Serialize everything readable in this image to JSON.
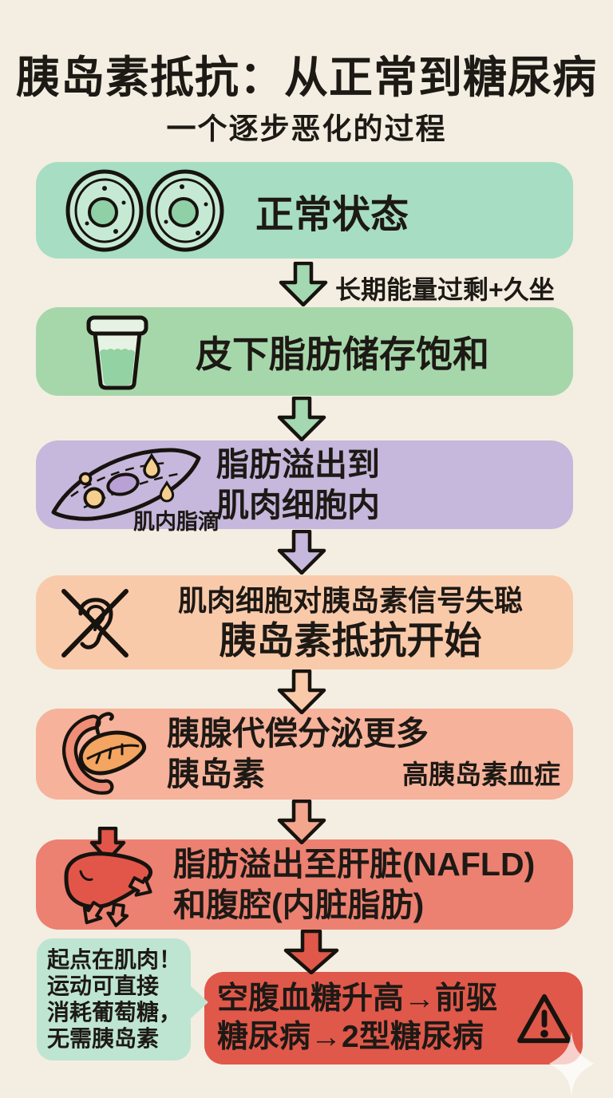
{
  "page": {
    "title": "胰岛素抵抗：从正常到糖尿病",
    "subtitle": "一个逐步恶化的过程"
  },
  "flow": {
    "step1_label": "正常状态",
    "transition1_label": "长期能量过剩+久坐",
    "step2_label": "皮下脂肪储存饱和",
    "step3_line1": "脂肪溢出到",
    "step3_line2": "肌肉细胞内",
    "step3_icon_caption": "肌内脂滴",
    "step4_line1": "肌肉细胞对胰岛素信号失聪",
    "step4_line2": "胰岛素抵抗开始",
    "step5_line1": "胰腺代偿分泌更多",
    "step5_line2": "胰岛素",
    "step5_note": "高胰岛素血症",
    "step6_line1": "脂肪溢出至肝脏(NAFLD)",
    "step6_line2": "和腹腔(内脏脂肪)",
    "step7_line1": "空腹血糖升高→前驱",
    "step7_line2": "糖尿病→2型糖尿病"
  },
  "callout": {
    "line1": "起点在肌肉！",
    "line2": "运动可直接",
    "line3": "消耗葡萄糖，",
    "line4": "无需胰岛素"
  },
  "icons": {
    "step1": "fat-cells-icon",
    "step2": "full-cup-icon",
    "step3": "muscle-fiber-icon",
    "step4": "deaf-ear-icon",
    "step5": "pancreas-icon",
    "step6": "liver-overflow-icon",
    "step7": "warning-triangle-icon",
    "decoration": "sparkle-icon"
  },
  "colors": {
    "background": "#f3eee1",
    "text": "#1d1915",
    "step1_bg": "#a7ddc3",
    "step2_bg": "#a6d7aa",
    "step3_bg": "#c6b7dc",
    "step4_bg": "#f9caaa",
    "step5_bg": "#f6b29a",
    "step6_bg": "#ec8171",
    "step7_bg": "#e0584a",
    "callout_bg": "#bee5d1",
    "arrow1": "#a3d8b0",
    "arrow2": "#a3d8b0",
    "arrow3": "#c6b7dc",
    "arrow4": "#f9caaa",
    "arrow5": "#f3a68e",
    "arrow6": "#e0584a"
  }
}
